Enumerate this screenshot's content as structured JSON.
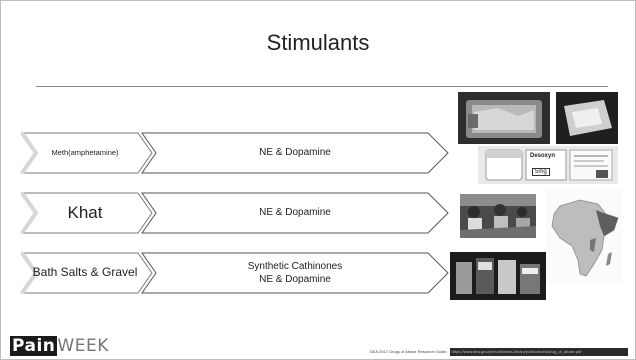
{
  "slide": {
    "title": "Stimulants",
    "rows": [
      {
        "label": "Meth(amphetamine)",
        "lines": [
          "NE & Dopamine"
        ]
      },
      {
        "label": "Khat",
        "lines": [
          "NE & Dopamine"
        ]
      },
      {
        "label": "Bath Salts & Gravel",
        "lines": [
          "Synthetic Cathinones",
          "NE & Dopamine"
        ]
      }
    ],
    "photos": {
      "desoxyn_brand": "Desoxyn",
      "desoxyn_dose": "5mg"
    },
    "footer": {
      "logo_pain": "Pain",
      "logo_week": "WEEK",
      "citation": "DEA 2017 Drugs of Abuse Resource Guide.",
      "url": "https://www.dea.gov/pr/multimedia-library/publications/drug_of_abuse.pdf"
    }
  }
}
